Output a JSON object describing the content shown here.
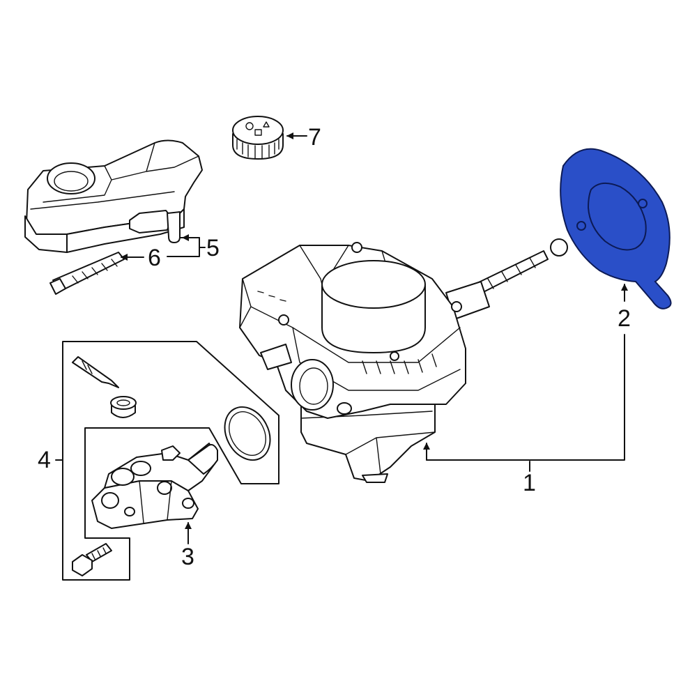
{
  "callouts": {
    "c1": "1",
    "c2": "2",
    "c3": "3",
    "c4": "4",
    "c5": "5",
    "c6": "6",
    "c7": "7"
  },
  "highlight_color": "#2a4fc8",
  "highlighted_part": "2"
}
